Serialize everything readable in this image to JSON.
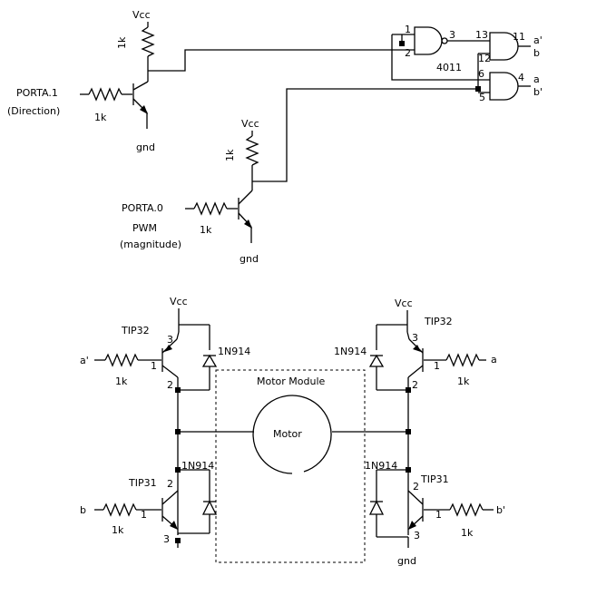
{
  "labels": {
    "vcc": "Vcc",
    "gnd": "gnd",
    "r1k": "1k",
    "porta1_line1": "PORTA.1",
    "porta1_line2": "(Direction)",
    "porta0_line1": "PORTA.0",
    "porta0_line2": "PWM",
    "porta0_line3": "(magnitude)",
    "chip": "4011",
    "pin1": "1",
    "pin2": "2",
    "pin3": "3",
    "pin4": "4",
    "pin5": "5",
    "pin6": "6",
    "pin11": "11",
    "pin12": "12",
    "pin13": "13",
    "out_a_prime": "a'",
    "out_b": "b",
    "out_a": "a",
    "out_b_prime": "b'",
    "tip32": "TIP32",
    "tip31": "TIP31",
    "diode": "1N914",
    "motor_module": "Motor Module",
    "motor": "Motor"
  }
}
